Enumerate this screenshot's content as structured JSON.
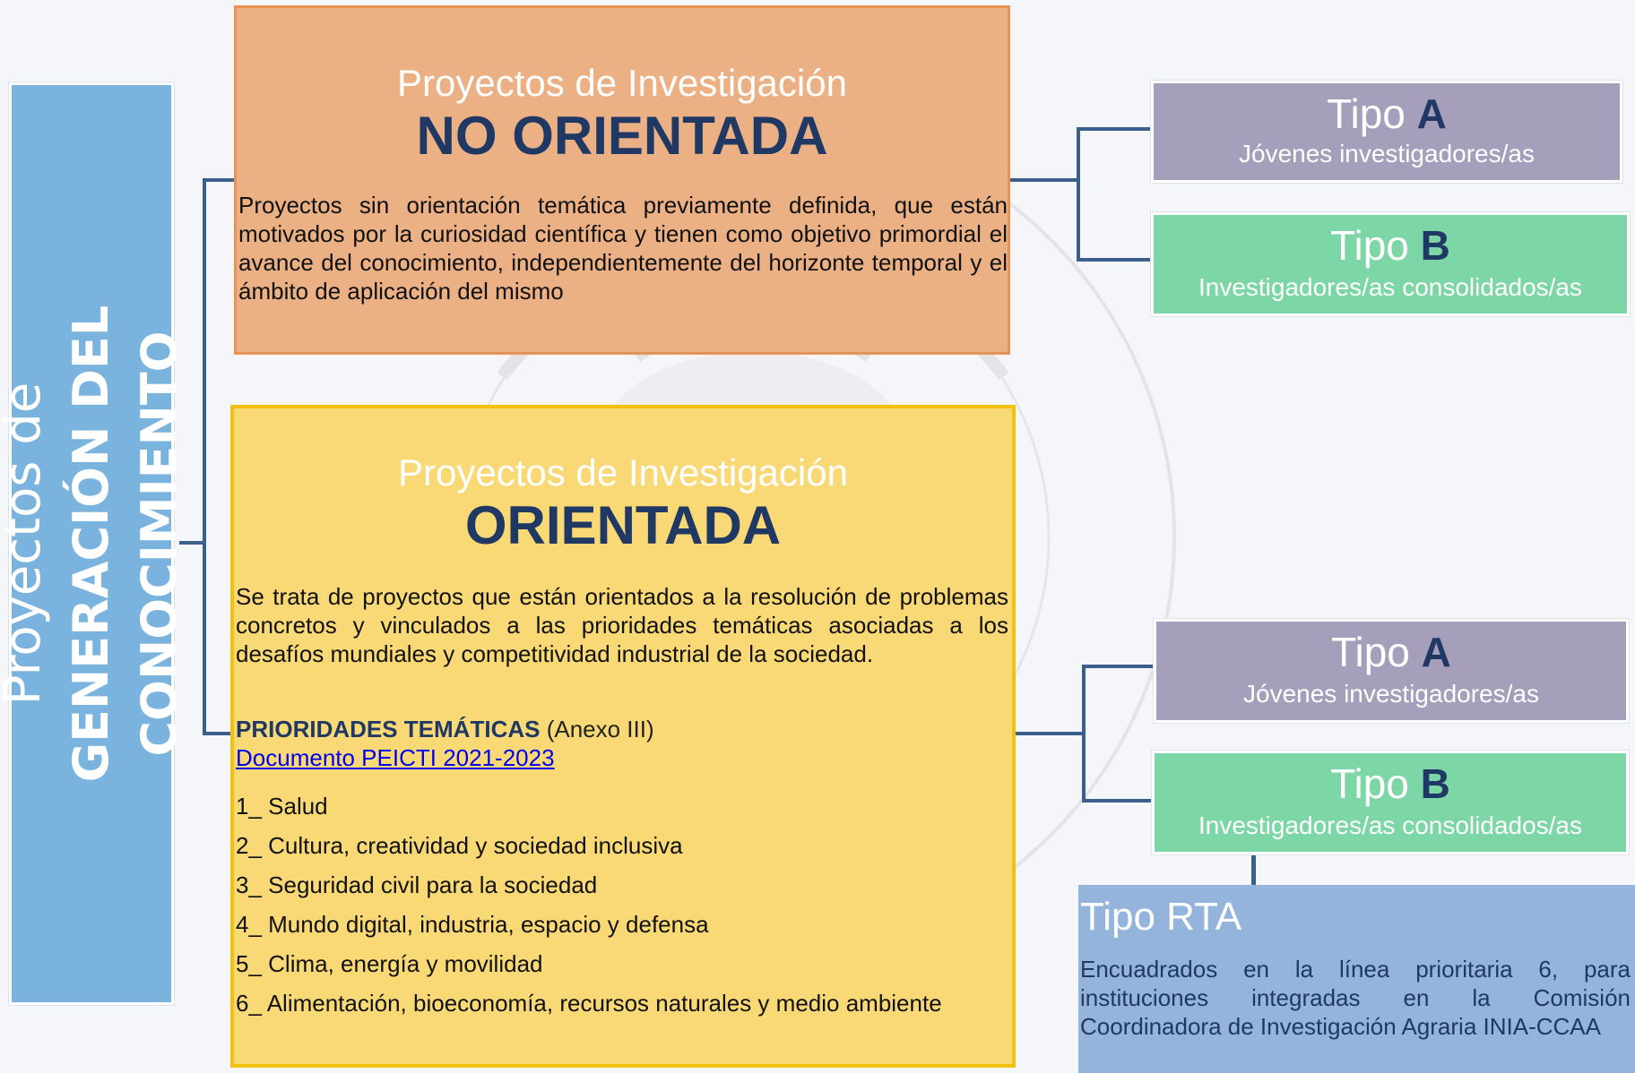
{
  "colors": {
    "left_banner": "#7ab3de",
    "no_orientada_box": "#ebb083",
    "orientada_box": "#f9d976",
    "tipo_a": "#a59fbc",
    "tipo_b": "#7dd6a5",
    "tipo_rta": "#94b4db",
    "connector": "#3a5f8d",
    "title_navy": "#1f3864"
  },
  "left_banner": {
    "line1": "Proyectos de",
    "line2": "GENERACIÓN DEL CONOCIMIENTO"
  },
  "no_orientada": {
    "subtitle": "Proyectos de Investigación",
    "title": "NO ORIENTADA",
    "description": "Proyectos sin orientación temática previamente definida, que están motivados por la curiosidad científica y tienen como objetivo primordial el avance del conocimiento, independientemente del horizonte temporal y el ámbito de aplicación del mismo",
    "tipos": [
      {
        "label_prefix": "Tipo",
        "letter": "A",
        "subtitle": "Jóvenes investigadores/as"
      },
      {
        "label_prefix": "Tipo",
        "letter": "B",
        "subtitle": "Investigadores/as consolidados/as"
      }
    ]
  },
  "orientada": {
    "subtitle": "Proyectos de Investigación",
    "title": "ORIENTADA",
    "description": "Se trata de proyectos que están orientados a la resolución de problemas concretos y vinculados a las prioridades temáticas asociadas a los desafíos mundiales y competitividad industrial de la sociedad.",
    "priorities_heading": "PRIORIDADES TEMÁTICAS",
    "priorities_annex": "(Anexo III)",
    "document_link": "Documento PEICTI 2021-2023",
    "priorities": [
      "1_  Salud",
      "2_  Cultura, creatividad y sociedad inclusiva",
      "3_ Seguridad civil para la sociedad",
      "4_ Mundo digital, industria, espacio y defensa",
      "5_ Clima, energía y movilidad",
      "6_ Alimentación, bioeconomía, recursos naturales y medio ambiente"
    ],
    "tipos": [
      {
        "label_prefix": "Tipo",
        "letter": "A",
        "subtitle": "Jóvenes investigadores/as"
      },
      {
        "label_prefix": "Tipo",
        "letter": "B",
        "subtitle": "Investigadores/as consolidados/as"
      }
    ],
    "rta": {
      "title": "Tipo RTA",
      "description": "Encuadrados en la línea prioritaria 6, para instituciones integradas en la Comisión Coordinadora de Investigación Agraria INIA-CCAA"
    }
  }
}
